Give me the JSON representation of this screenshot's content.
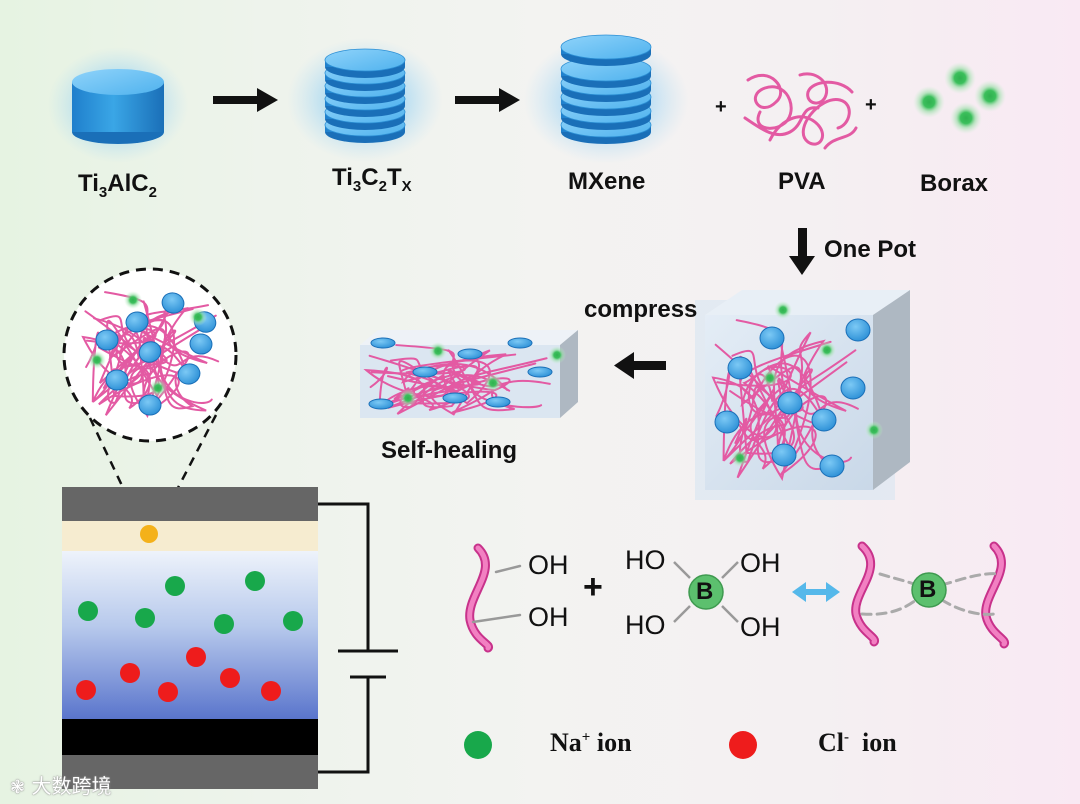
{
  "colors": {
    "flake": "#3aa6e6",
    "flake_dark": "#1a6fb8",
    "pva_chain": "#e35aa3",
    "borax": "#2fb14f",
    "na_ion": "#18a84b",
    "cl_ion": "#ee1c1c",
    "arrow": "#111111",
    "double_arrow": "#55b8ea"
  },
  "top_row": {
    "ti3alc2": {
      "main": "Ti",
      "s1": "3",
      "mid": "AlC",
      "s2": "2"
    },
    "ti3c2tx": {
      "main": "Ti",
      "s1": "3",
      "mid": "C",
      "s2": "2",
      "mid2": "T",
      "s3": "X"
    },
    "mxene": "MXene",
    "pva": "PVA",
    "borax": "Borax",
    "plus_1": "+",
    "plus_2": "+"
  },
  "process": {
    "one_pot": "One Pot",
    "compress": "compress",
    "self_healing": "Self-healing"
  },
  "reaction": {
    "oh_top": "OH",
    "oh_bottom": "OH",
    "plus": "+",
    "ho_top_left": "HO",
    "oh_top_right": "OH",
    "ho_bottom_left": "HO",
    "oh_bottom_right": "OH",
    "boron": "B",
    "boron_product": "B"
  },
  "legend": {
    "na": {
      "base": "Na",
      "sup": "+",
      "suffix": " ion"
    },
    "cl": {
      "base": "Cl",
      "sup": "-",
      "suffix": "  ion"
    }
  },
  "watermark": "大数跨境"
}
